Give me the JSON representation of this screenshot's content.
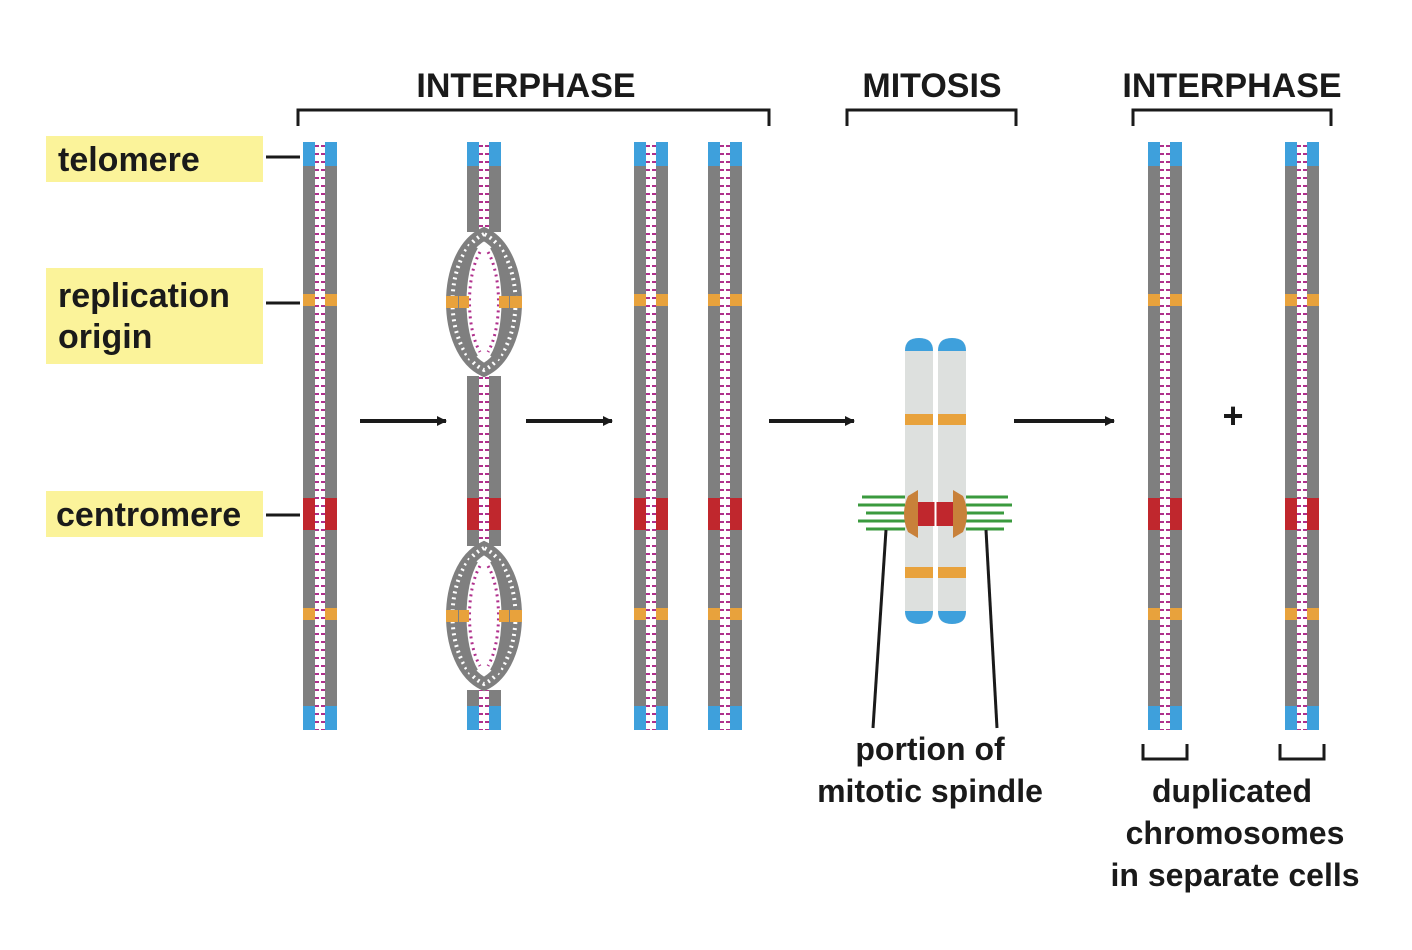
{
  "phases": {
    "interphase_left": "INTERPHASE",
    "mitosis": "MITOSIS",
    "interphase_right": "INTERPHASE"
  },
  "labels": {
    "telomere": "telomere",
    "replication_origin_line1": "replication",
    "replication_origin_line2": "origin",
    "centromere": "centromere"
  },
  "captions": {
    "spindle_line1": "portion of",
    "spindle_line2": "mitotic spindle",
    "duplicated_line1": "duplicated",
    "duplicated_line2": "chromosomes",
    "duplicated_line3": "in separate cells"
  },
  "plus_sign": "+",
  "colors": {
    "label_background": "#fbf39a",
    "chromosome_strand": "#7f7f7f",
    "telomere": "#3ea0dc",
    "replication_origin": "#e8a23c",
    "centromere": "#c0272d",
    "base_pair": "#b0308c",
    "condensed_chromatid": "#dde0de",
    "kinetochore": "#c8813a",
    "spindle_fiber": "#3a9a3e"
  }
}
